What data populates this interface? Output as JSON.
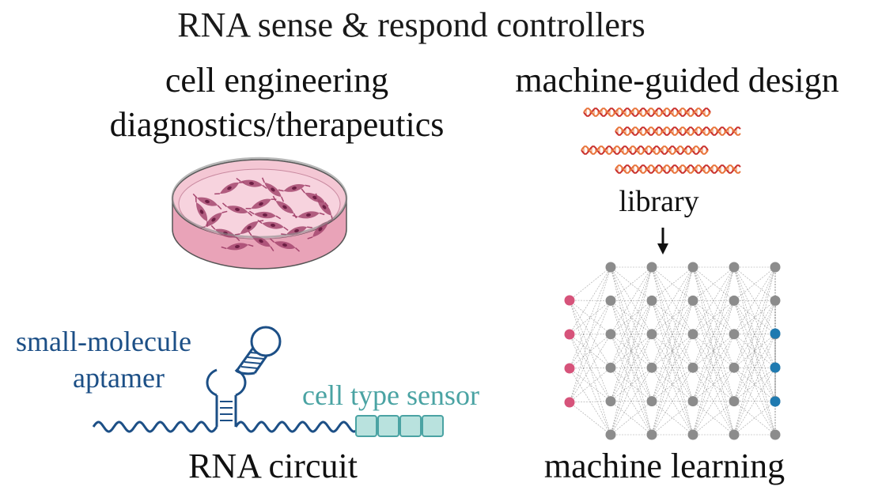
{
  "title": "RNA sense & respond controllers",
  "left_heading_line1": "cell engineering",
  "left_heading_line2": "diagnostics/therapeutics",
  "right_heading": "machine-guided design",
  "library_label": "library",
  "aptamer_label_line1": "small-molecule",
  "aptamer_label_line2": "aptamer",
  "sensor_label": "cell type sensor",
  "rna_circuit_label": "RNA circuit",
  "ml_label": "machine learning",
  "colors": {
    "aptamer": "#1c4f86",
    "sensor": "#4aa3a3",
    "input_node": "#d6537a",
    "hidden_node": "#8c8c8c",
    "output_node": "#1f7ab0",
    "dna_orange": "#e8743b",
    "dna_red": "#c9302c",
    "dish_pink": "#f2c2d0",
    "cell_purple": "#a5466f"
  },
  "network": {
    "inputs": 4,
    "hidden_layers": 5,
    "hidden_nodes_per_layer": 6,
    "outputs": 3
  }
}
